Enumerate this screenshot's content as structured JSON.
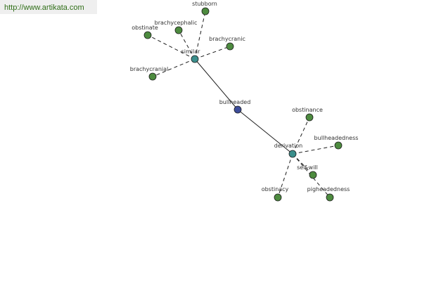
{
  "header": {
    "url": "http://www.artikata.com"
  },
  "colors": {
    "root": "#3d4d9a",
    "hub": "#3b8f8c",
    "leaf": "#4d8b3f",
    "node_stroke": "#1e1e1e",
    "edge": "#1e1e1e"
  },
  "graph": {
    "nodes": [
      {
        "id": "bullheaded",
        "label": "bullheaded",
        "kind": "root"
      },
      {
        "id": "similar",
        "label": "similar",
        "kind": "hub"
      },
      {
        "id": "derivation",
        "label": "derivation",
        "kind": "hub"
      },
      {
        "id": "stubborn",
        "label": "stubborn",
        "kind": "leaf"
      },
      {
        "id": "brachycephalic",
        "label": "brachycephalic",
        "kind": "leaf"
      },
      {
        "id": "obstinate",
        "label": "obstinate",
        "kind": "leaf"
      },
      {
        "id": "brachycranic",
        "label": "brachycranic",
        "kind": "leaf"
      },
      {
        "id": "brachycranial",
        "label": "brachycranial",
        "kind": "leaf"
      },
      {
        "id": "obstinance",
        "label": "obstinance",
        "kind": "leaf"
      },
      {
        "id": "bullheadedness",
        "label": "bullheadedness",
        "kind": "leaf"
      },
      {
        "id": "self-will",
        "label": "self-will",
        "kind": "leaf"
      },
      {
        "id": "obstinacy",
        "label": "obstinacy",
        "kind": "leaf"
      },
      {
        "id": "pigheadedness",
        "label": "pigheadedness",
        "kind": "leaf"
      }
    ],
    "edges": [
      {
        "from": "bullheaded",
        "to": "similar",
        "style": "solid"
      },
      {
        "from": "bullheaded",
        "to": "derivation",
        "style": "solid"
      },
      {
        "from": "similar",
        "to": "stubborn",
        "style": "dashed"
      },
      {
        "from": "similar",
        "to": "brachycephalic",
        "style": "dashed"
      },
      {
        "from": "similar",
        "to": "obstinate",
        "style": "dashed"
      },
      {
        "from": "similar",
        "to": "brachycranic",
        "style": "dashed"
      },
      {
        "from": "similar",
        "to": "brachycranial",
        "style": "dashed"
      },
      {
        "from": "derivation",
        "to": "obstinance",
        "style": "dashed"
      },
      {
        "from": "derivation",
        "to": "bullheadedness",
        "style": "dashed"
      },
      {
        "from": "derivation",
        "to": "self-will",
        "style": "dashed"
      },
      {
        "from": "derivation",
        "to": "obstinacy",
        "style": "dashed"
      },
      {
        "from": "derivation",
        "to": "pigheadedness",
        "style": "dashed"
      }
    ]
  }
}
